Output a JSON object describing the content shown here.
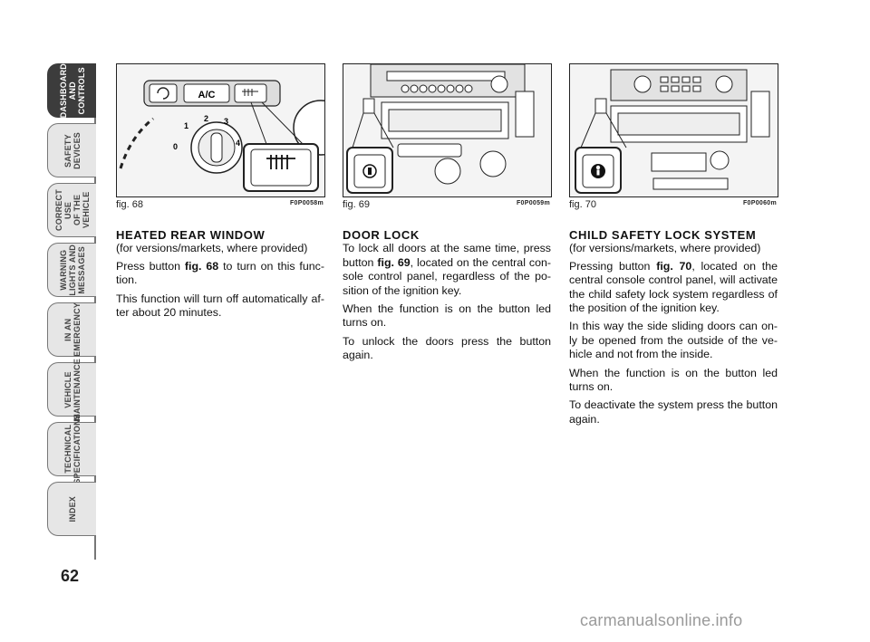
{
  "sidebar": {
    "tabs": [
      {
        "label": "DASHBOARD\nAND\nCONTROLS",
        "active": true
      },
      {
        "label": "SAFETY\nDEVICES",
        "active": false
      },
      {
        "label": "CORRECT USE\nOF THE VEHICLE",
        "active": false
      },
      {
        "label": "WARNING\nLIGHTS AND\nMESSAGES",
        "active": false
      },
      {
        "label": "IN AN\nEMERGENCY",
        "active": false
      },
      {
        "label": "VEHICLE\nMAINTENANCE",
        "active": false
      },
      {
        "label": "TECHNICAL\nSPECIFICATIONS",
        "active": false
      },
      {
        "label": "INDEX",
        "active": false
      }
    ]
  },
  "page_number": "62",
  "figures": [
    {
      "caption": "fig. 68",
      "code": "F0P0058m",
      "ac_label": "A/C",
      "dial_numbers": [
        "0",
        "1",
        "2",
        "3",
        "4"
      ]
    },
    {
      "caption": "fig. 69",
      "code": "F0P0059m"
    },
    {
      "caption": "fig. 70",
      "code": "F0P0060m"
    }
  ],
  "sections": {
    "heated": {
      "title": "HEATED REAR WINDOW",
      "subtitle": "(for versions/markets, where provided)",
      "p1_before": "Press button ",
      "p1_ref": "fig. 68",
      "p1_after": " to turn on this func-tion.",
      "p2": "This function will turn off automatically af-ter about 20 minutes."
    },
    "door": {
      "title": "DOOR LOCK",
      "p1_before": "To lock all doors at the same time, press button ",
      "p1_ref": "fig. 69",
      "p1_after": ", located on the central con-sole control panel, regardless of the po-sition of the ignition key.",
      "p2": "When the function is on the button led turns on.",
      "p3": "To unlock the doors press the button again."
    },
    "child": {
      "title": "CHILD SAFETY LOCK SYSTEM",
      "subtitle": "(for versions/markets, where provided)",
      "p1_before": "Pressing button ",
      "p1_ref": "fig. 70",
      "p1_after": ", located on the central console control panel, will activate the child safety lock system regardless of the position of the ignition key.",
      "p2": "In this way the side sliding doors can on-ly be opened from the outside of the ve-hicle and not from the inside.",
      "p3": "When the function is on the button led turns on.",
      "p4": "To deactivate the system press the button again."
    }
  },
  "watermark": "carmanualsonline.info"
}
